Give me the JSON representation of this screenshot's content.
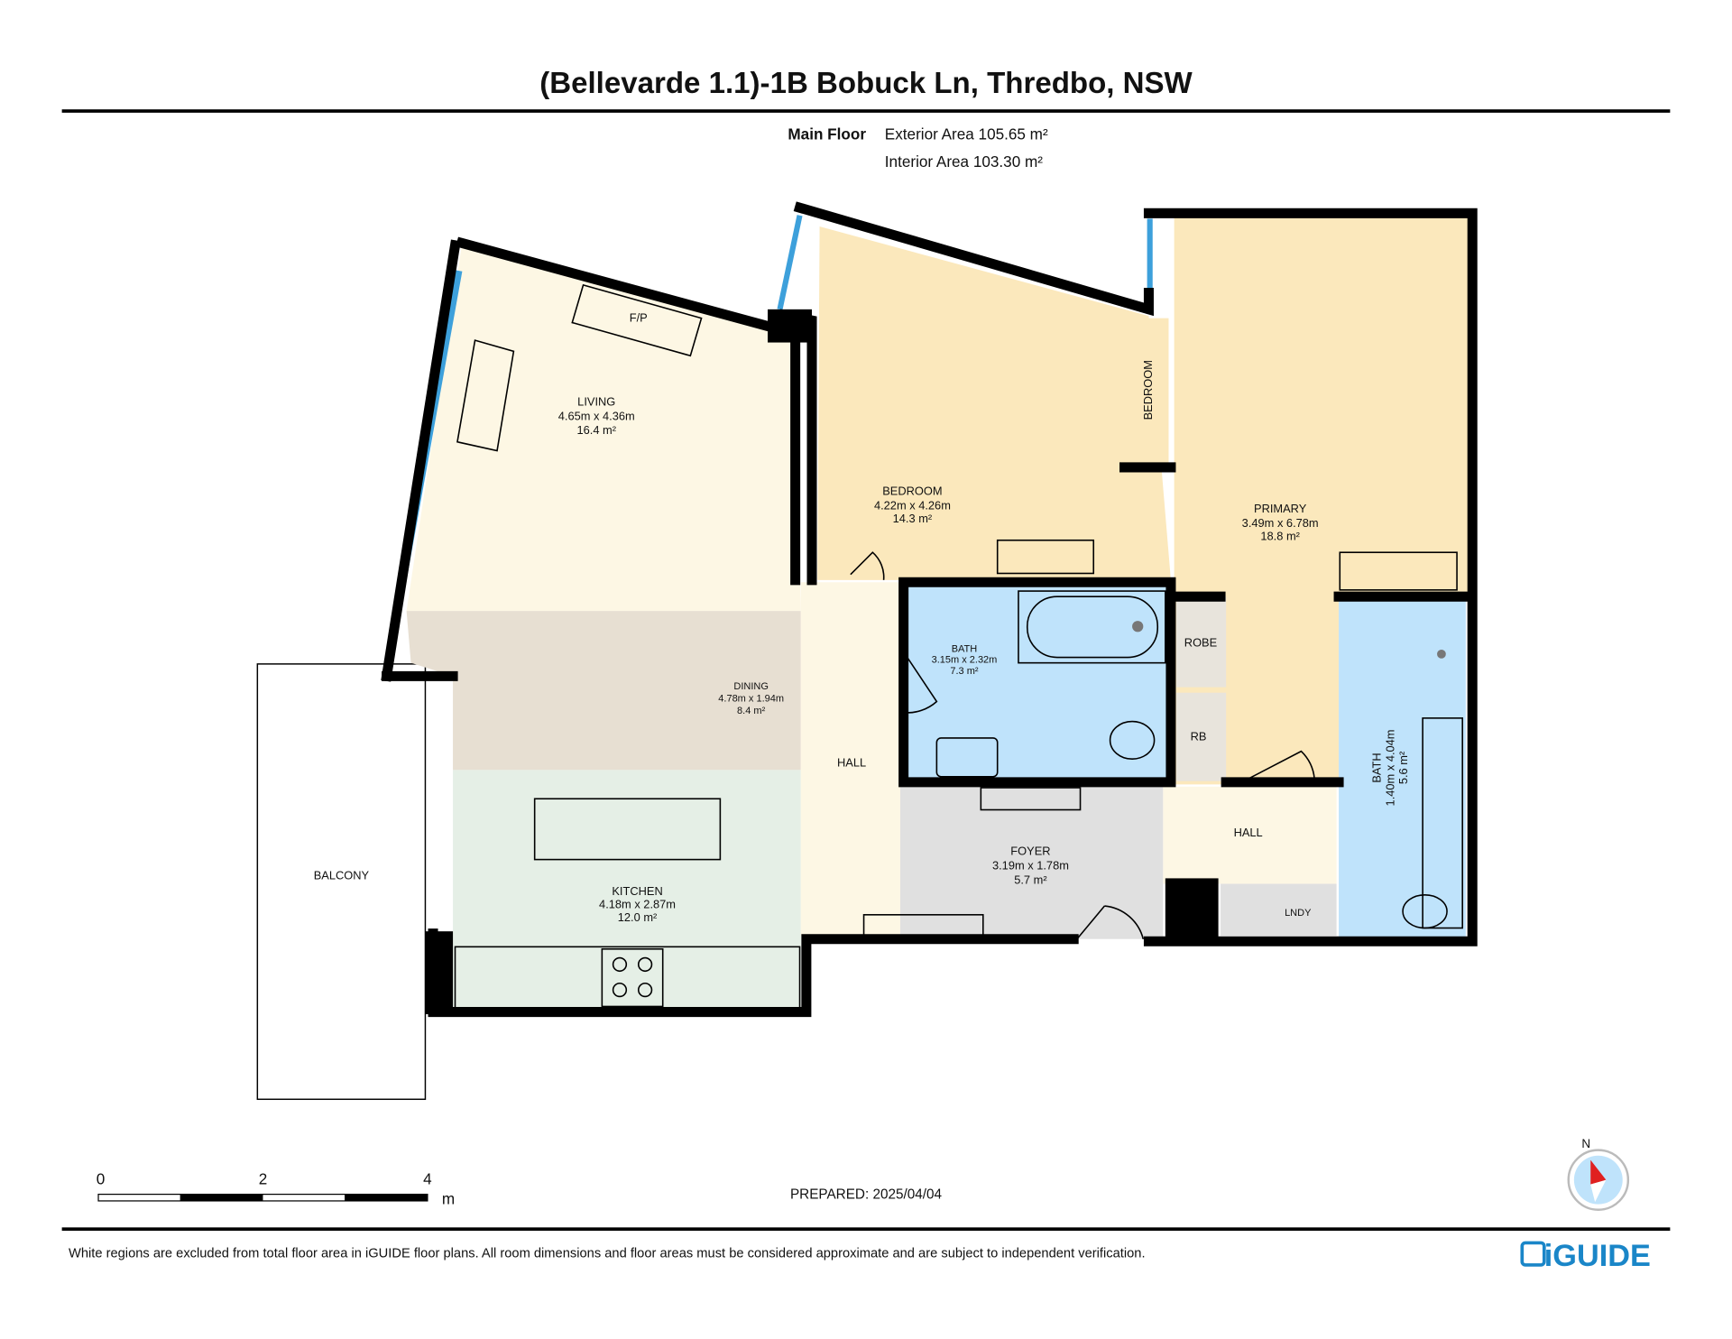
{
  "title": "(Bellevarde 1.1)-1B Bobuck Ln, Thredbo, NSW",
  "floor": {
    "name": "Main Floor",
    "exterior_area": "Exterior Area 105.65 m²",
    "interior_area": "Interior Area 103.30 m²"
  },
  "rooms": {
    "living": {
      "name": "LIVING",
      "dims": "4.65m x 4.36m",
      "area": "16.4 m²"
    },
    "fp": {
      "name": "F/P"
    },
    "dining": {
      "name": "DINING",
      "dims": "4.78m x 1.94m",
      "area": "8.4 m²"
    },
    "kitchen": {
      "name": "KITCHEN",
      "dims": "4.18m x 2.87m",
      "area": "12.0 m²"
    },
    "balcony": {
      "name": "BALCONY"
    },
    "bedroom": {
      "name": "BEDROOM",
      "dims": "4.22m x 4.26m",
      "area": "14.3 m²"
    },
    "bedroom_robe": {
      "name": "BEDROOM"
    },
    "primary": {
      "name": "PRIMARY",
      "dims": "3.49m x 6.78m",
      "area": "18.8 m²"
    },
    "bath1": {
      "name": "BATH",
      "dims": "3.15m x 2.32m",
      "area": "7.3 m²"
    },
    "bath2": {
      "name": "BATH",
      "dims": "1.40m x 4.04m",
      "area": "5.6 m²"
    },
    "robe": {
      "name": "ROBE"
    },
    "rb": {
      "name": "RB"
    },
    "hall1": {
      "name": "HALL"
    },
    "hall2": {
      "name": "HALL"
    },
    "foyer": {
      "name": "FOYER",
      "dims": "3.19m x 1.78m",
      "area": "5.7 m²"
    },
    "lndy": {
      "name": "LNDY"
    }
  },
  "scale": {
    "ticks": [
      "0",
      "2",
      "4"
    ],
    "unit": "m"
  },
  "prepared": "PREPARED: 2025/04/04",
  "compass": {
    "label": "N"
  },
  "footer": {
    "disclaimer": "White regions are excluded from total floor area in iGUIDE floor plans. All room dimensions and floor areas must be considered approximate and are subject to independent verification.",
    "brand": "iGUIDE"
  },
  "colors": {
    "window": "#3da0db",
    "bath": "#bfe3fb",
    "bedroom": "#fbe8bc",
    "living": "#fdf7e4",
    "brand": "#1a86c8"
  }
}
